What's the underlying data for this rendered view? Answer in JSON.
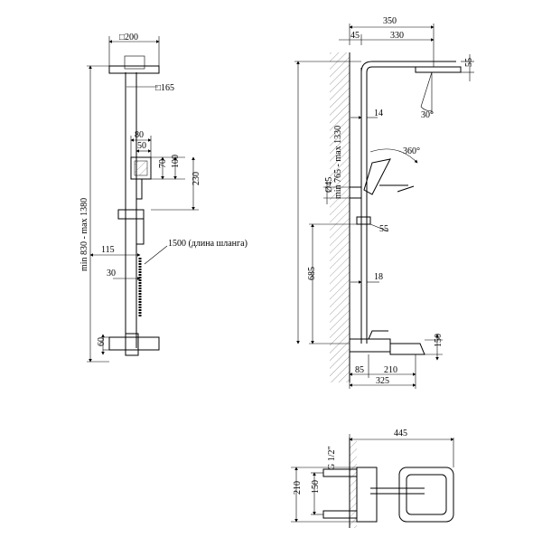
{
  "front_view": {
    "head_size": "□200",
    "arm_size": "□165",
    "handset_width_outer": "80",
    "handset_width_inner": "50",
    "handset_h1": "70",
    "handset_h2": "100",
    "handset_drop": "230",
    "height_range": "min 830 - max 1380",
    "offset_115": "115",
    "hose_length": "1500 (длина шланга)",
    "dim_30": "30",
    "dim_60": "60"
  },
  "side_view": {
    "total_reach": "350",
    "wall_gap": "45",
    "arm_reach": "330",
    "head_thickness": "55",
    "spray_angle": "30°",
    "pipe_dim": "14",
    "swivel": "360°",
    "holder_dia": "Ø45",
    "holder_dim": "55",
    "height_range": "min 765 - max 1330",
    "lower_height": "685",
    "dim_18": "18",
    "mixer_height": "150",
    "dim_85": "85",
    "dim_210": "210",
    "dim_325": "325"
  },
  "top_view": {
    "width": "445",
    "height": "210",
    "inner_height": "150",
    "thread": "G 1/2\""
  }
}
